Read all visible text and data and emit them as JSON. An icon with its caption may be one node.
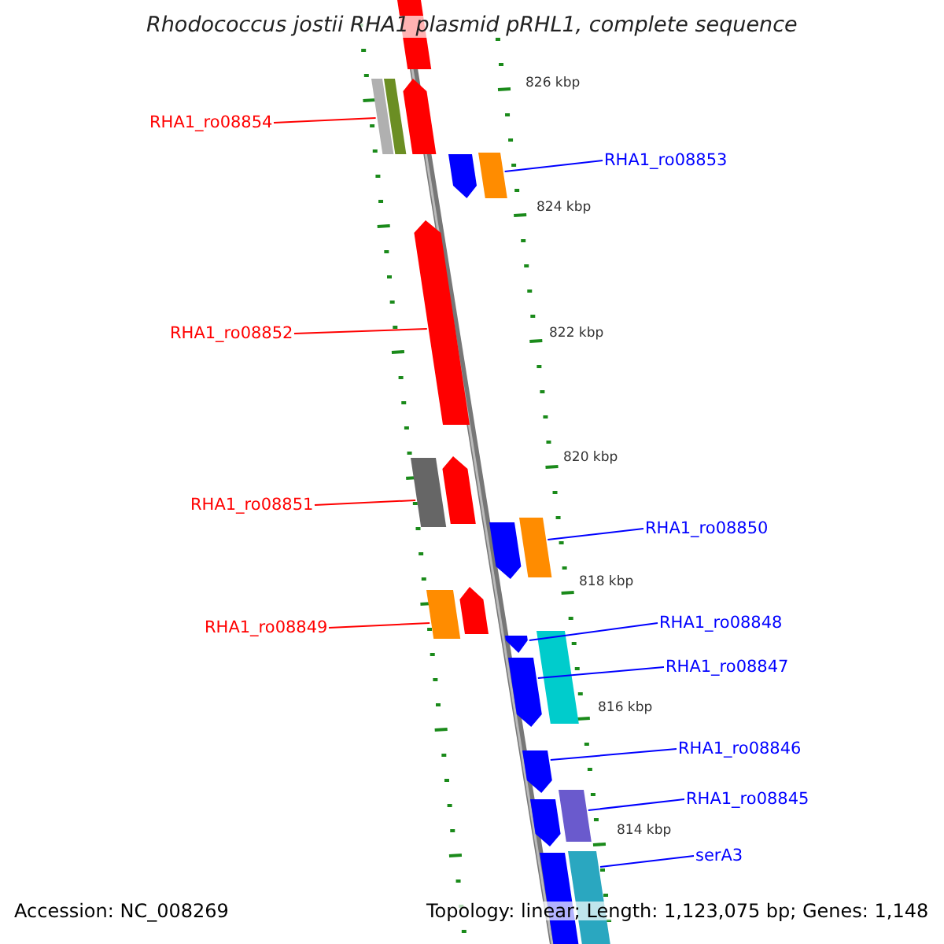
{
  "diagram": {
    "title": "Rhodococcus jostii RHA1 plasmid pRHL1, complete sequence",
    "nodes": [
      {
        "text": [
          "RHA1_ro08854"
        ]
      },
      {
        "text": [
          "RHA1_ro08853"
        ]
      },
      {
        "text": [
          "RHA1_ro08852"
        ]
      },
      {
        "text": [
          "RHA1_ro08851"
        ]
      },
      {
        "text": [
          "RHA1_ro08850"
        ]
      },
      {
        "text": [
          "RHA1_ro08849"
        ]
      },
      {
        "text": [
          "RHA1_ro08848"
        ]
      },
      {
        "text": [
          "RHA1_ro08847"
        ]
      },
      {
        "text": [
          "RHA1_ro08846"
        ]
      },
      {
        "text": [
          "RHA1_ro08845"
        ]
      },
      {
        "text": [
          "serA3"
        ]
      },
      {
        "text": [],
        "shape": "pentagon"
      },
      {
        "text": [],
        "shape": "bar"
      },
      {
        "text": [],
        "shape": "bar"
      },
      {
        "text": [],
        "shape": "pentagon"
      },
      {
        "text": [],
        "shape": "bar"
      },
      {
        "text": [],
        "shape": "pentagon"
      },
      {
        "text": [],
        "shape": "pentagon"
      },
      {
        "text": [],
        "shape": "pentagon"
      },
      {
        "text": [],
        "shape": "bar"
      },
      {
        "text": [],
        "shape": "bar"
      },
      {
        "text": [],
        "shape": "pentagon"
      },
      {
        "text": [],
        "shape": "pentagon"
      },
      {
        "text": [],
        "shape": "bar"
      },
      {
        "text": [],
        "shape": "bar"
      },
      {
        "text": [],
        "shape": "pentagon"
      },
      {
        "text": [],
        "shape": "pentagon"
      },
      {
        "text": [],
        "shape": "pentagon"
      },
      {
        "text": [],
        "shape": "bar"
      },
      {
        "text": [],
        "shape": "pentagon"
      },
      {
        "text": [],
        "shape": "bar"
      },
      {
        "text": [],
        "shape": "bar"
      }
    ],
    "edges": [
      {
        "from": 0,
        "to": 12,
        "arrow": "none",
        "color": "#ff0000"
      },
      {
        "from": 1,
        "to": 15,
        "arrow": "none",
        "color": "#0000ff"
      },
      {
        "from": 2,
        "to": 17,
        "arrow": "none",
        "color": "#ff0000"
      },
      {
        "from": 3,
        "to": 19,
        "arrow": "none",
        "color": "#ff0000"
      },
      {
        "from": 4,
        "to": 20,
        "arrow": "none",
        "color": "#0000ff"
      },
      {
        "from": 5,
        "to": 23,
        "arrow": "none",
        "color": "#ff0000"
      },
      {
        "from": 6,
        "to": 25,
        "arrow": "none",
        "color": "#0000ff"
      },
      {
        "from": 7,
        "to": 26,
        "arrow": "none",
        "color": "#0000ff"
      },
      {
        "from": 8,
        "to": 27,
        "arrow": "none",
        "color": "#0000ff"
      },
      {
        "from": 9,
        "to": 28,
        "arrow": "none",
        "color": "#0000ff"
      },
      {
        "from": 10,
        "to": 31,
        "arrow": "none",
        "color": "#0000ff"
      }
    ],
    "labels": [
      "826 kbp",
      "824 kbp",
      "822 kbp",
      "820 kbp",
      "818 kbp",
      "816 kbp",
      "814 kbp",
      "Accession: NC_008269",
      "Topology: linear; Length: 1,123,075 bp; Genes: 1,148"
    ]
  }
}
